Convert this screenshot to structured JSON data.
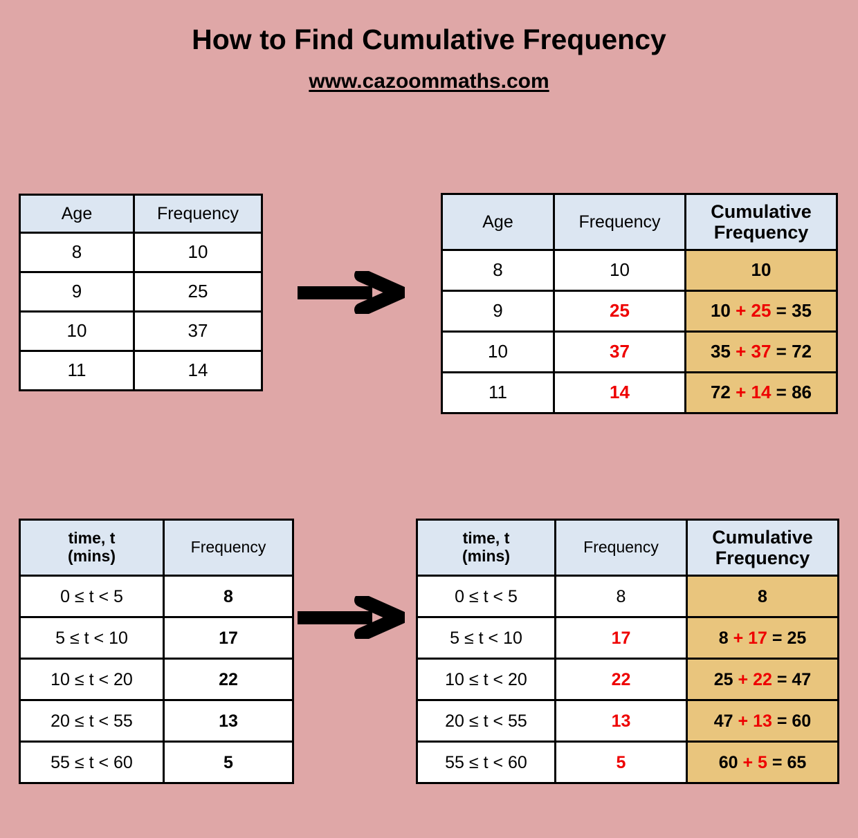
{
  "header": {
    "title": "How to Find Cumulative Frequency",
    "subtitle": "www.cazoommaths.com"
  },
  "colors": {
    "background": "#dfa7a7",
    "header_cell": "#dce6f2",
    "cumulative_cell": "#e9c57d",
    "accent_red": "#ee0000",
    "border": "#000000"
  },
  "icons": {
    "arrow_top": "arrow-right-icon",
    "arrow_bottom": "arrow-right-icon"
  },
  "example_one": {
    "source_table": {
      "headers": [
        "Age",
        "Frequency"
      ],
      "rows": [
        [
          "8",
          "10"
        ],
        [
          "9",
          "25"
        ],
        [
          "10",
          "37"
        ],
        [
          "11",
          "14"
        ]
      ]
    },
    "result_table": {
      "headers": [
        "Age",
        "Frequency",
        "Cumulative Frequency"
      ],
      "rows": [
        {
          "category": "8",
          "frequency": "10",
          "frequency_red": false,
          "cumulative_parts": [
            {
              "text": "10",
              "red": false
            }
          ]
        },
        {
          "category": "9",
          "frequency": "25",
          "frequency_red": true,
          "cumulative_parts": [
            {
              "text": "10 ",
              "red": false
            },
            {
              "text": "+ 25",
              "red": true
            },
            {
              "text": " = 35",
              "red": false
            }
          ]
        },
        {
          "category": "10",
          "frequency": "37",
          "frequency_red": true,
          "cumulative_parts": [
            {
              "text": "35 ",
              "red": false
            },
            {
              "text": "+ 37",
              "red": true
            },
            {
              "text": " = 72",
              "red": false
            }
          ]
        },
        {
          "category": "11",
          "frequency": "14",
          "frequency_red": true,
          "cumulative_parts": [
            {
              "text": "72 ",
              "red": false
            },
            {
              "text": "+ 14",
              "red": true
            },
            {
              "text": " = 86",
              "red": false
            }
          ]
        }
      ]
    }
  },
  "example_two": {
    "source_table": {
      "headers": [
        "time, t (mins)",
        "Frequency"
      ],
      "header_lines": [
        [
          "time, t",
          "(mins)"
        ],
        [
          "Frequency"
        ]
      ],
      "rows": [
        [
          "0 ≤ t < 5",
          "8"
        ],
        [
          "5 ≤ t < 10",
          "17"
        ],
        [
          "10 ≤ t < 20",
          "22"
        ],
        [
          "20 ≤ t < 55",
          "13"
        ],
        [
          "55 ≤ t < 60",
          "5"
        ]
      ]
    },
    "result_table": {
      "headers": [
        "time, t (mins)",
        "Frequency",
        "Cumulative Frequency"
      ],
      "header_lines": [
        [
          "time, t",
          "(mins)"
        ],
        [
          "Frequency"
        ],
        [
          "Cumulative",
          "Frequency"
        ]
      ],
      "rows": [
        {
          "category": "0 ≤ t < 5",
          "frequency": "8",
          "frequency_red": false,
          "cumulative_parts": [
            {
              "text": "8",
              "red": false
            }
          ]
        },
        {
          "category": "5 ≤ t < 10",
          "frequency": "17",
          "frequency_red": true,
          "cumulative_parts": [
            {
              "text": "8 ",
              "red": false
            },
            {
              "text": "+ 17",
              "red": true
            },
            {
              "text": " = 25",
              "red": false
            }
          ]
        },
        {
          "category": "10 ≤ t < 20",
          "frequency": "22",
          "frequency_red": true,
          "cumulative_parts": [
            {
              "text": "25 ",
              "red": false
            },
            {
              "text": "+ 22",
              "red": true
            },
            {
              "text": " = 47",
              "red": false
            }
          ]
        },
        {
          "category": "20 ≤ t < 55",
          "frequency": "13",
          "frequency_red": true,
          "cumulative_parts": [
            {
              "text": "47 ",
              "red": false
            },
            {
              "text": "+ 13",
              "red": true
            },
            {
              "text": " = 60",
              "red": false
            }
          ]
        },
        {
          "category": "55 ≤ t < 60",
          "frequency": "5",
          "frequency_red": true,
          "cumulative_parts": [
            {
              "text": "60 ",
              "red": false
            },
            {
              "text": "+ 5",
              "red": true
            },
            {
              "text": " = 65",
              "red": false
            }
          ]
        }
      ]
    }
  }
}
